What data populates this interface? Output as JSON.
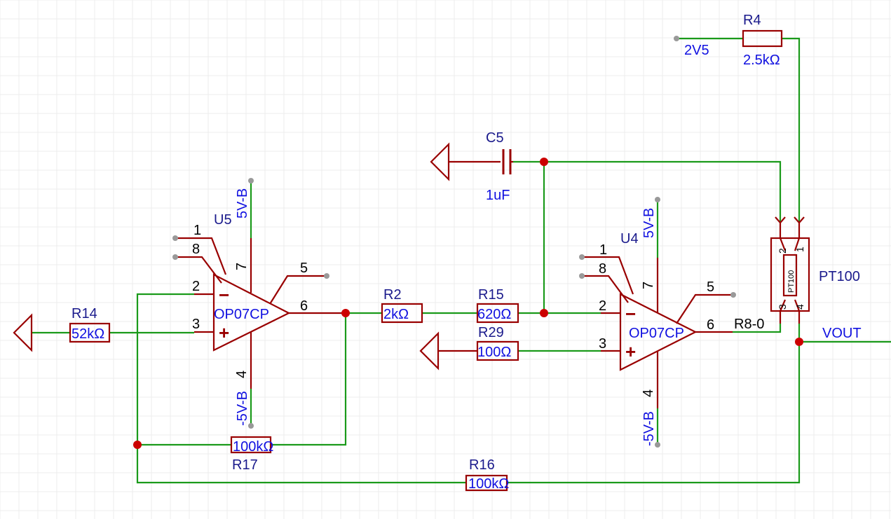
{
  "colors": {
    "wire": "#1a9a1a",
    "component": "#990000",
    "junction": "#cc0000",
    "pin_stub": "#999999",
    "designator": "#1a1a8c",
    "value": "#1010e0",
    "pin_number": "#000000",
    "grid": "#ececec"
  },
  "components": {
    "r14": {
      "designator": "R14",
      "value": "52kΩ"
    },
    "r17": {
      "designator": "R17",
      "value": "100kΩ"
    },
    "r16": {
      "designator": "R16",
      "value": "100kΩ"
    },
    "r2": {
      "designator": "R2",
      "value": "2kΩ"
    },
    "r15": {
      "designator": "R15",
      "value": "620Ω"
    },
    "r29": {
      "designator": "R29",
      "value": "100Ω"
    },
    "r4": {
      "designator": "R4",
      "value": "2.5kΩ"
    },
    "c5": {
      "designator": "C5",
      "value": "1uF"
    },
    "u5": {
      "designator": "U5",
      "value": "OP07CP",
      "pins": {
        "p1": "1",
        "p8": "8",
        "p2": "2",
        "p3": "3",
        "p7": "7",
        "p4": "4",
        "p5": "5",
        "p6": "6"
      },
      "minus": "−",
      "plus": "+"
    },
    "u4": {
      "designator": "U4",
      "value": "OP07CP",
      "pins": {
        "p1": "1",
        "p8": "8",
        "p2": "2",
        "p3": "3",
        "p7": "7",
        "p4": "4",
        "p5": "5",
        "p6": "6"
      },
      "minus": "−",
      "plus": "+"
    },
    "pt100": {
      "designator": "PT100",
      "body_text": "PT100",
      "pins": {
        "p1": "1",
        "p2": "2",
        "p3": "3",
        "p4": "4"
      }
    }
  },
  "nets": {
    "u5_pos_supply": "5V-B",
    "u5_neg_supply": "-5V-B",
    "u4_pos_supply": "5V-B",
    "u4_neg_supply": "-5V-B",
    "ref_2v5": "2V5",
    "r8": "R8-0",
    "vout": "VOUT"
  },
  "icons": {
    "ground_r14": "ground-triangle-icon",
    "ground_c5": "ground-triangle-icon",
    "ground_r29": "ground-triangle-icon"
  }
}
